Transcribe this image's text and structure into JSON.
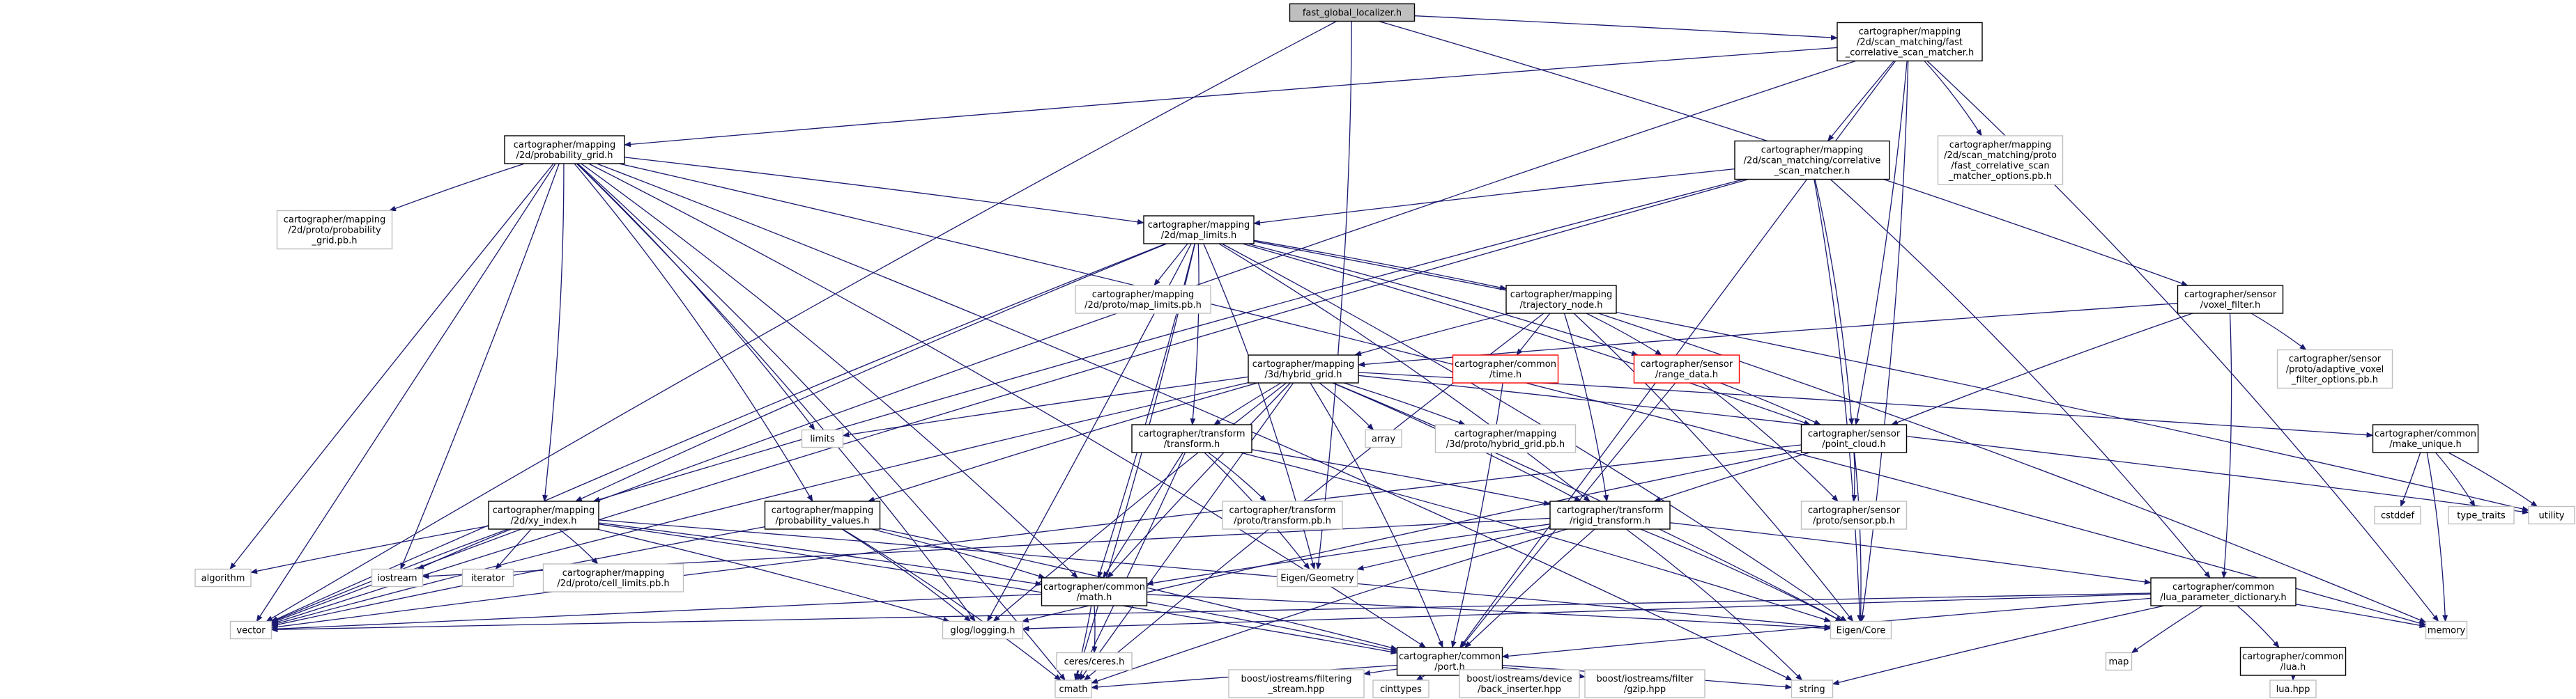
{
  "colors": {
    "edge": "#191970",
    "box_main": "#000000",
    "box_gray": "#bfbfbf",
    "box_red": "#ff0000",
    "root_fill": "#bfbfbf"
  },
  "nodes": [
    {
      "id": "root",
      "lines": [
        "fast_global_localizer.h"
      ],
      "style": "root"
    },
    {
      "id": "fcsm",
      "lines": [
        "cartographer/mapping",
        "/2d/scan_matching/fast",
        "_correlative_scan_matcher.h"
      ],
      "style": "main"
    },
    {
      "id": "pg",
      "lines": [
        "cartographer/mapping",
        "/2d/probability_grid.h"
      ],
      "style": "main"
    },
    {
      "id": "csm",
      "lines": [
        "cartographer/mapping",
        "/2d/scan_matching/correlative",
        "_scan_matcher.h"
      ],
      "style": "main"
    },
    {
      "id": "fcsm_pb",
      "lines": [
        "cartographer/mapping",
        "/2d/scan_matching/proto",
        "/fast_correlative_scan",
        "_matcher_options.pb.h"
      ],
      "style": "gray"
    },
    {
      "id": "pg_pb",
      "lines": [
        "cartographer/mapping",
        "/2d/proto/probability",
        "_grid.pb.h"
      ],
      "style": "gray"
    },
    {
      "id": "maplim",
      "lines": [
        "cartographer/mapping",
        "/2d/map_limits.h"
      ],
      "style": "main"
    },
    {
      "id": "maplim_pb",
      "lines": [
        "cartographer/mapping",
        "/2d/proto/map_limits.pb.h"
      ],
      "style": "gray"
    },
    {
      "id": "trajnode",
      "lines": [
        "cartographer/mapping",
        "/trajectory_node.h"
      ],
      "style": "main"
    },
    {
      "id": "voxel",
      "lines": [
        "cartographer/sensor",
        "/voxel_filter.h"
      ],
      "style": "main"
    },
    {
      "id": "voxel_pb",
      "lines": [
        "cartographer/sensor",
        "/proto/adaptive_voxel",
        "_filter_options.pb.h"
      ],
      "style": "gray"
    },
    {
      "id": "hybrid",
      "lines": [
        "cartographer/mapping",
        "/3d/hybrid_grid.h"
      ],
      "style": "main"
    },
    {
      "id": "time",
      "lines": [
        "cartographer/common",
        "/time.h"
      ],
      "style": "red"
    },
    {
      "id": "rangedata",
      "lines": [
        "cartographer/sensor",
        "/range_data.h"
      ],
      "style": "red"
    },
    {
      "id": "limits",
      "lines": [
        "limits"
      ],
      "style": "gray"
    },
    {
      "id": "transform",
      "lines": [
        "cartographer/transform",
        "/transform.h"
      ],
      "style": "main"
    },
    {
      "id": "array",
      "lines": [
        "array"
      ],
      "style": "gray"
    },
    {
      "id": "hybrid_pb",
      "lines": [
        "cartographer/mapping",
        "/3d/proto/hybrid_grid.pb.h"
      ],
      "style": "gray"
    },
    {
      "id": "pointcloud",
      "lines": [
        "cartographer/sensor",
        "/point_cloud.h"
      ],
      "style": "main"
    },
    {
      "id": "makeunique",
      "lines": [
        "cartographer/common",
        "/make_unique.h"
      ],
      "style": "main"
    },
    {
      "id": "xyindex",
      "lines": [
        "cartographer/mapping",
        "/2d/xy_index.h"
      ],
      "style": "main"
    },
    {
      "id": "probval",
      "lines": [
        "cartographer/mapping",
        "/probability_values.h"
      ],
      "style": "main"
    },
    {
      "id": "transform_pb",
      "lines": [
        "cartographer/transform",
        "/proto/transform.pb.h"
      ],
      "style": "gray"
    },
    {
      "id": "rigid",
      "lines": [
        "cartographer/transform",
        "/rigid_transform.h"
      ],
      "style": "main"
    },
    {
      "id": "sensor_pb",
      "lines": [
        "cartographer/sensor",
        "/proto/sensor.pb.h"
      ],
      "style": "gray"
    },
    {
      "id": "cstddef",
      "lines": [
        "cstddef"
      ],
      "style": "gray"
    },
    {
      "id": "typetraits",
      "lines": [
        "type_traits"
      ],
      "style": "gray"
    },
    {
      "id": "utility",
      "lines": [
        "utility"
      ],
      "style": "gray"
    },
    {
      "id": "algorithm",
      "lines": [
        "algorithm"
      ],
      "style": "gray"
    },
    {
      "id": "iostream",
      "lines": [
        "iostream"
      ],
      "style": "gray"
    },
    {
      "id": "iterator",
      "lines": [
        "iterator"
      ],
      "style": "gray"
    },
    {
      "id": "celllim_pb",
      "lines": [
        "cartographer/mapping",
        "/2d/proto/cell_limits.pb.h"
      ],
      "style": "gray"
    },
    {
      "id": "math",
      "lines": [
        "cartographer/common",
        "/math.h"
      ],
      "style": "main"
    },
    {
      "id": "eigengeo",
      "lines": [
        "Eigen/Geometry"
      ],
      "style": "gray"
    },
    {
      "id": "luadict",
      "lines": [
        "cartographer/common",
        "/lua_parameter_dictionary.h"
      ],
      "style": "main"
    },
    {
      "id": "vector",
      "lines": [
        "vector"
      ],
      "style": "gray"
    },
    {
      "id": "glog",
      "lines": [
        "glog/logging.h"
      ],
      "style": "gray"
    },
    {
      "id": "ceres",
      "lines": [
        "ceres/ceres.h"
      ],
      "style": "gray"
    },
    {
      "id": "port",
      "lines": [
        "cartographer/common",
        "/port.h"
      ],
      "style": "main"
    },
    {
      "id": "eigencore",
      "lines": [
        "Eigen/Core"
      ],
      "style": "gray"
    },
    {
      "id": "map",
      "lines": [
        "map"
      ],
      "style": "gray"
    },
    {
      "id": "lua",
      "lines": [
        "cartographer/common",
        "/lua.h"
      ],
      "style": "main"
    },
    {
      "id": "memory",
      "lines": [
        "memory"
      ],
      "style": "gray"
    },
    {
      "id": "cmath",
      "lines": [
        "cmath"
      ],
      "style": "gray"
    },
    {
      "id": "boostfilt",
      "lines": [
        "boost/iostreams/filtering",
        "_stream.hpp"
      ],
      "style": "gray"
    },
    {
      "id": "cinttypes",
      "lines": [
        "cinttypes"
      ],
      "style": "gray"
    },
    {
      "id": "boostdev",
      "lines": [
        "boost/iostreams/device",
        "/back_inserter.hpp"
      ],
      "style": "gray"
    },
    {
      "id": "boostgzip",
      "lines": [
        "boost/iostreams/filter",
        "/gzip.hpp"
      ],
      "style": "gray"
    },
    {
      "id": "string",
      "lines": [
        "string"
      ],
      "style": "gray"
    },
    {
      "id": "luahpp",
      "lines": [
        "lua.hpp"
      ],
      "style": "gray"
    }
  ],
  "edges": [
    [
      "root",
      "fcsm"
    ],
    [
      "root",
      "voxel"
    ],
    [
      "root",
      "eigengeo"
    ],
    [
      "root",
      "vector"
    ],
    [
      "fcsm",
      "pg"
    ],
    [
      "fcsm",
      "csm"
    ],
    [
      "fcsm",
      "fcsm_pb"
    ],
    [
      "fcsm",
      "pointcloud"
    ],
    [
      "fcsm",
      "port"
    ],
    [
      "fcsm",
      "eigencore"
    ],
    [
      "fcsm",
      "vector"
    ],
    [
      "fcsm",
      "memory"
    ],
    [
      "csm",
      "maplim"
    ],
    [
      "csm",
      "pointcloud"
    ],
    [
      "csm",
      "luadict"
    ],
    [
      "csm",
      "eigencore"
    ],
    [
      "csm",
      "xyindex"
    ],
    [
      "csm",
      "vector"
    ],
    [
      "pg",
      "pg_pb"
    ],
    [
      "pg",
      "maplim"
    ],
    [
      "pg",
      "xyindex"
    ],
    [
      "pg",
      "probval"
    ],
    [
      "pg",
      "math"
    ],
    [
      "pg",
      "port"
    ],
    [
      "pg",
      "limits"
    ],
    [
      "pg",
      "algorithm"
    ],
    [
      "pg",
      "iostream"
    ],
    [
      "pg",
      "vector"
    ],
    [
      "pg",
      "cmath"
    ],
    [
      "pg",
      "glog"
    ],
    [
      "pg",
      "string"
    ],
    [
      "pg",
      "memory"
    ],
    [
      "maplim",
      "maplim_pb"
    ],
    [
      "maplim",
      "trajnode"
    ],
    [
      "maplim",
      "rangedata"
    ],
    [
      "maplim",
      "transform"
    ],
    [
      "maplim",
      "rigid"
    ],
    [
      "maplim",
      "pointcloud"
    ],
    [
      "maplim",
      "math"
    ],
    [
      "maplim",
      "xyindex"
    ],
    [
      "maplim",
      "eigencore"
    ],
    [
      "maplim",
      "eigengeo"
    ],
    [
      "maplim",
      "glog"
    ],
    [
      "maplim",
      "vector"
    ],
    [
      "maplim",
      "utility"
    ],
    [
      "maplim",
      "cmath"
    ],
    [
      "trajnode",
      "time"
    ],
    [
      "trajnode",
      "rangedata"
    ],
    [
      "trajnode",
      "rigid"
    ],
    [
      "trajnode",
      "hybrid"
    ],
    [
      "trajnode",
      "eigencore"
    ],
    [
      "trajnode",
      "memory"
    ],
    [
      "trajnode",
      "cmath"
    ],
    [
      "voxel",
      "pointcloud"
    ],
    [
      "voxel",
      "voxel_pb"
    ],
    [
      "voxel",
      "luadict"
    ],
    [
      "voxel",
      "hybrid"
    ],
    [
      "hybrid",
      "limits"
    ],
    [
      "hybrid",
      "array"
    ],
    [
      "hybrid",
      "hybrid_pb"
    ],
    [
      "hybrid",
      "transform"
    ],
    [
      "hybrid",
      "makeunique"
    ],
    [
      "hybrid",
      "probval"
    ],
    [
      "hybrid",
      "math"
    ],
    [
      "hybrid",
      "rigid"
    ],
    [
      "hybrid",
      "port"
    ],
    [
      "hybrid",
      "glog"
    ],
    [
      "hybrid",
      "vector"
    ],
    [
      "hybrid",
      "eigencore"
    ],
    [
      "hybrid",
      "utility"
    ],
    [
      "hybrid",
      "cmath"
    ],
    [
      "time",
      "port"
    ],
    [
      "rangedata",
      "pointcloud"
    ],
    [
      "rangedata",
      "sensor_pb"
    ],
    [
      "rangedata",
      "port"
    ],
    [
      "transform",
      "transform_pb"
    ],
    [
      "transform",
      "math"
    ],
    [
      "transform",
      "rigid"
    ],
    [
      "transform",
      "eigengeo"
    ],
    [
      "transform",
      "eigencore"
    ],
    [
      "transform",
      "cmath"
    ],
    [
      "pointcloud",
      "sensor_pb"
    ],
    [
      "pointcloud",
      "rigid"
    ],
    [
      "pointcloud",
      "eigencore"
    ],
    [
      "pointcloud",
      "glog"
    ],
    [
      "pointcloud",
      "vector"
    ],
    [
      "makeunique",
      "cstddef"
    ],
    [
      "makeunique",
      "typetraits"
    ],
    [
      "makeunique",
      "utility"
    ],
    [
      "makeunique",
      "memory"
    ],
    [
      "xyindex",
      "algorithm"
    ],
    [
      "xyindex",
      "iostream"
    ],
    [
      "xyindex",
      "iterator"
    ],
    [
      "xyindex",
      "celllim_pb"
    ],
    [
      "xyindex",
      "math"
    ],
    [
      "xyindex",
      "port"
    ],
    [
      "xyindex",
      "eigencore"
    ],
    [
      "xyindex",
      "glog"
    ],
    [
      "xyindex",
      "vector"
    ],
    [
      "probval",
      "math"
    ],
    [
      "probval",
      "port"
    ],
    [
      "probval",
      "glog"
    ],
    [
      "probval",
      "vector"
    ],
    [
      "probval",
      "cmath"
    ],
    [
      "rigid",
      "math"
    ],
    [
      "rigid",
      "luadict"
    ],
    [
      "rigid",
      "eigengeo"
    ],
    [
      "rigid",
      "eigencore"
    ],
    [
      "rigid",
      "port"
    ],
    [
      "rigid",
      "string"
    ],
    [
      "rigid",
      "iostream"
    ],
    [
      "rigid",
      "cmath"
    ],
    [
      "math",
      "ceres"
    ],
    [
      "math",
      "port"
    ],
    [
      "math",
      "eigencore"
    ],
    [
      "math",
      "vector"
    ],
    [
      "math",
      "cmath"
    ],
    [
      "luadict",
      "map"
    ],
    [
      "luadict",
      "lua"
    ],
    [
      "luadict",
      "port"
    ],
    [
      "luadict",
      "memory"
    ],
    [
      "luadict",
      "string"
    ],
    [
      "luadict",
      "vector"
    ],
    [
      "luadict",
      "glog"
    ],
    [
      "port",
      "cinttypes"
    ],
    [
      "port",
      "cmath"
    ],
    [
      "port",
      "boostfilt"
    ],
    [
      "port",
      "boostdev"
    ],
    [
      "port",
      "boostgzip"
    ],
    [
      "port",
      "string"
    ],
    [
      "lua",
      "luahpp"
    ]
  ]
}
